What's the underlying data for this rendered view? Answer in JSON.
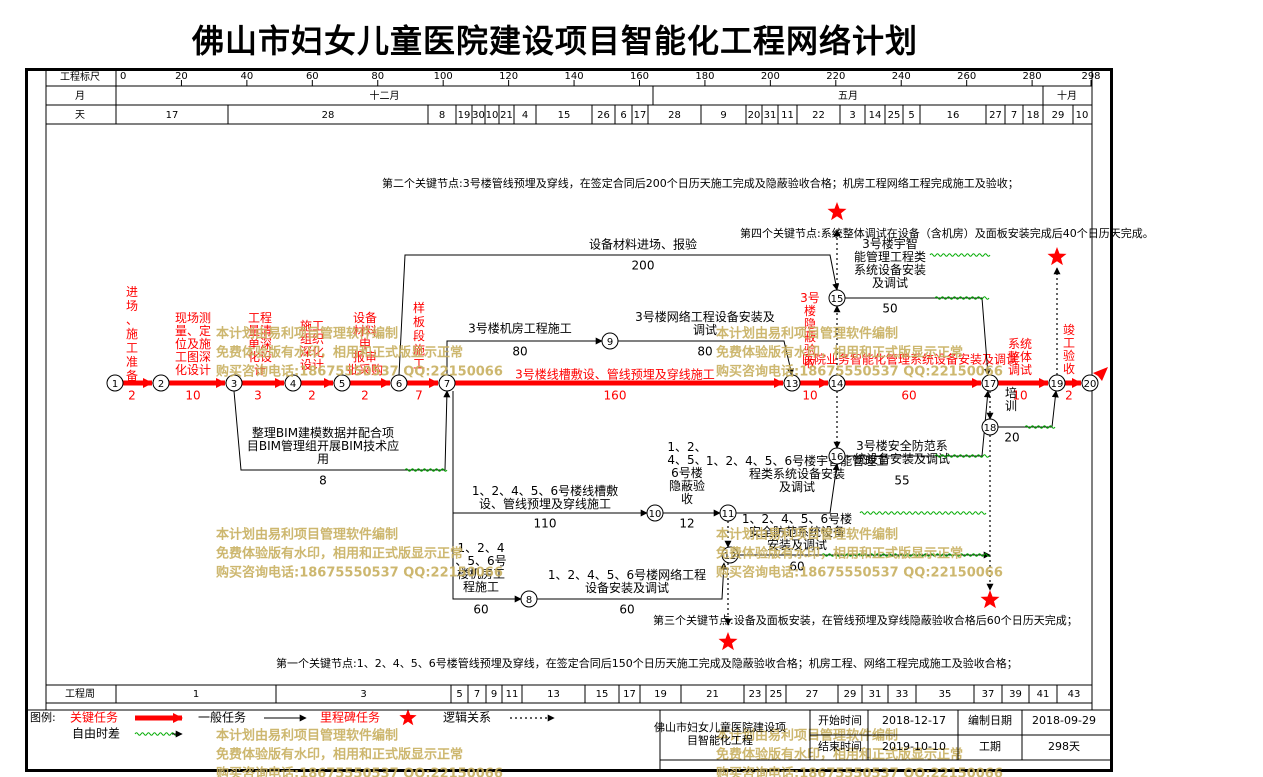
{
  "title": "佛山市妇女儿童医院建设项目智能化工程网络计划",
  "timeline": {
    "row_labels": {
      "scale": "工程标尺",
      "month": "月",
      "day": "天",
      "week": "工程周"
    },
    "scale_ticks": [
      "0",
      "20",
      "40",
      "60",
      "80",
      "100",
      "120",
      "140",
      "160",
      "180",
      "200",
      "220",
      "240",
      "260",
      "280",
      "298"
    ],
    "months": [
      "十二月",
      "五月",
      "十月"
    ],
    "days": [
      "17",
      "28",
      "8",
      "19",
      "30",
      "10",
      "21",
      "4",
      "15",
      "26",
      "6",
      "17",
      "28",
      "9",
      "20",
      "31",
      "11",
      "22",
      "3",
      "14",
      "25",
      "5",
      "16",
      "27",
      "7",
      "18",
      "29",
      "10"
    ],
    "weeks": [
      "1",
      "3",
      "5",
      "7",
      "9",
      "11",
      "13",
      "15",
      "17",
      "19",
      "21",
      "23",
      "25",
      "27",
      "29",
      "31",
      "33",
      "35",
      "37",
      "39",
      "41",
      "43"
    ]
  },
  "nodes": [
    "1",
    "2",
    "3",
    "4",
    "5",
    "6",
    "7",
    "8",
    "9",
    "10",
    "11",
    "12",
    "13",
    "14",
    "15",
    "16",
    "17",
    "18",
    "19",
    "20"
  ],
  "tasks": {
    "t1": {
      "name": "进场、施工准备",
      "dur": "2"
    },
    "t2": {
      "name": "现场测量、定位及施工图深化设计",
      "dur": "10"
    },
    "t3": {
      "name": "工程量清单深化设计",
      "dur": "3"
    },
    "t4": {
      "name": "施工组织深化设计",
      "dur": "2"
    },
    "t5": {
      "name": "设备材料申报审批采购",
      "dur": "2"
    },
    "t6": {
      "name": "样板段施工",
      "dur": "7"
    },
    "t7": {
      "name": "3号楼线槽敷设、管线预埋及穿线施工",
      "dur": "160"
    },
    "t8": {
      "name": "3号楼机房工程施工",
      "dur": "80"
    },
    "t9": {
      "name": "3号楼网络工程设备安装及调试",
      "dur": "80"
    },
    "t10": {
      "name": "设备材料进场、报验",
      "dur": "200"
    },
    "t11": {
      "name": "整理BIM建模数据并配合项目BIM管理组开展BIM技术应用",
      "dur": "8"
    },
    "t12": {
      "name": "1、2、4、5、6号楼线槽敷设、管线预埋及穿线施工",
      "dur": "110"
    },
    "t13": {
      "name": "1、2、4、5、6号楼隐蔽验收",
      "dur": "12"
    },
    "t14": {
      "name": "1、2、4、5、6号楼宇智能管理工程类系统设备安装及调试",
      "dur": "55"
    },
    "t15": {
      "name": "1、2、4、5、6号楼安全防范系统设备安装及调试",
      "dur": "60"
    },
    "t16": {
      "name": "1、2、4、5、6号楼机房工程施工",
      "dur": "60"
    },
    "t17": {
      "name": "1、2、4、5、6号楼网络工程设备安装及调试",
      "dur": "60"
    },
    "t18": {
      "name": "3号楼隐蔽验收",
      "dur": "10"
    },
    "t19": {
      "name": "医院业务智能化管理系统设备安装及调试",
      "dur": "60"
    },
    "t20": {
      "name": "3号楼楼宇智能管理工程类系统设备安装及调试",
      "dur": "50"
    },
    "t21": {
      "name": "3号楼安全防范系统设备安装及调试",
      "dur": "55"
    },
    "t22": {
      "name": "系统整体调试",
      "dur": "10"
    },
    "t23": {
      "name": "培训",
      "dur": "20"
    },
    "t24": {
      "name": "竣工验收",
      "dur": "2"
    }
  },
  "milestones": {
    "m1": "第一个关键节点:1、2、4、5、6号楼管线预埋及穿线，在签定合同后150个日历天施工完成及隐蔽验收合格；机房工程、网络工程完成施工及验收合格；",
    "m2": "第二个关键节点:3号楼管线预埋及穿线，在签定合同后200个日历天施工完成及隐蔽验收合格；机房工程网络工程完成施工及验收；",
    "m3": "第三个关键节点:设备及面板安装，在管线预埋及穿线隐蔽验收合格后60个日历天完成；",
    "m4": "第四个关键节点:系统整体调试在设备（含机房）及面板安装完成后40个日历天完成。"
  },
  "watermark": [
    "本计划由易利项目管理软件编制",
    "免费体验版有水印，相用和正式版显示正常",
    "购买咨询电话:18675550537 QQ:22150066"
  ],
  "legend": {
    "label": "图例:",
    "critical": "关键任务",
    "normal": "一般任务",
    "milestone": "里程碑任务",
    "logic": "逻辑关系",
    "float": "自由时差"
  },
  "footer": {
    "project": "佛山市妇女儿童医院建设项目智能化工程",
    "start_label": "开始时间",
    "start_value": "2018-12-17",
    "end_label": "结束时间",
    "end_value": "2019-10-10",
    "made_label": "编制日期",
    "made_value": "2018-09-29",
    "period_label": "工期",
    "period_value": "298天"
  },
  "colors": {
    "critical": "#ff0000",
    "normal": "#000000",
    "float": "#00aa00",
    "watermark": "#c8b060"
  }
}
